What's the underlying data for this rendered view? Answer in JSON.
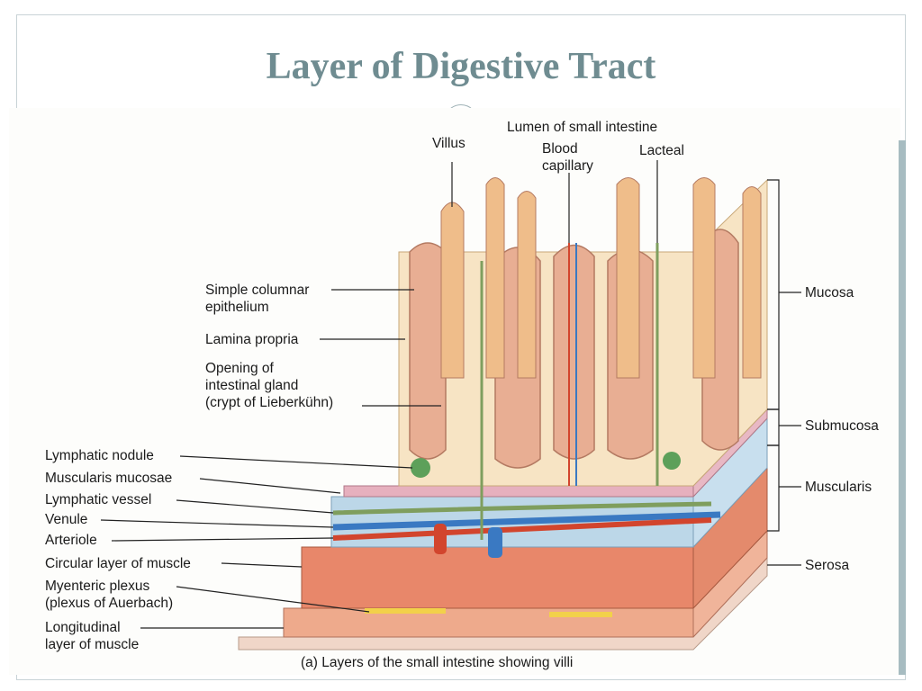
{
  "slide": {
    "title": "Layer of Digestive Tract"
  },
  "figure": {
    "caption": "(a) Layers of the small intestine showing villi",
    "labels": {
      "villus": "Villus",
      "lumen": "Lumen of small intestine",
      "blood_capillary": "Blood\ncapillary",
      "lacteal": "Lacteal",
      "simple_columnar": "Simple columnar\nepithelium",
      "lamina_propria": "Lamina propria",
      "intestinal_gland": "Opening of\nintestinal gland\n(crypt of Lieberkühn)",
      "lymphatic_nodule": "Lymphatic nodule",
      "muscularis_mucosae": "Muscularis mucosae",
      "lymphatic_vessel": "Lymphatic vessel",
      "venule": "Venule",
      "arteriole": "Arteriole",
      "circular_layer": "Circular layer of muscle",
      "myenteric_plexus": "Myenteric plexus\n(plexus of Auerbach)",
      "longitudinal_layer": "Longitudinal\nlayer of muscle",
      "mucosa": "Mucosa",
      "submucosa": "Submucosa",
      "muscularis": "Muscularis",
      "serosa": "Serosa"
    }
  },
  "colors": {
    "title": "#6f8c91",
    "mucosa": "#f7e4c4",
    "villus": "#e8ae93",
    "submucosa": "#bcd7e8",
    "muscle": "#e8866a",
    "artery": "#d2452d",
    "vein": "#3a79c2",
    "lymph": "#7f9e5e"
  }
}
